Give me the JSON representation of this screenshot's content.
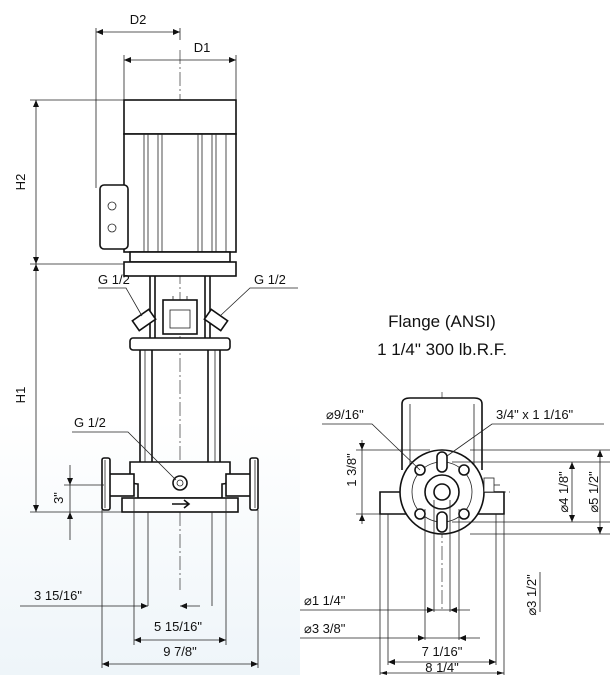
{
  "pump_view": {
    "dimensions": {
      "d2": "D2",
      "d1": "D1",
      "h2": "H2",
      "h1": "H1",
      "three_inch": "3\"",
      "three_15_16": "3 15/16\"",
      "five_15_16": "5 15/16\"",
      "nine_7_8": "9 7/8\""
    },
    "ports": {
      "vent_left": "G 1/2",
      "vent_right": "G 1/2",
      "drain": "G 1/2"
    }
  },
  "flange_view": {
    "title_line1": "Flange (ANSI)",
    "title_line2": "1 1/4\" 300 lb.R.F.",
    "dimensions": {
      "bolt_hole": "⌀9/16\"",
      "slot": "3/4\" x 1 1/16\"",
      "height_1_3_8": "1 3/8\"",
      "dia_4_1_8": "⌀4 1/8\"",
      "dia_5_1_2": "⌀5 1/2\"",
      "dia_3_1_2": "⌀3 1/2\"",
      "dia_1_1_4": "⌀1 1/4\"",
      "dia_3_3_8": "⌀3 3/8\"",
      "seven_1_16": "7 1/16\"",
      "eight_1_4": "8 1/4\""
    }
  }
}
